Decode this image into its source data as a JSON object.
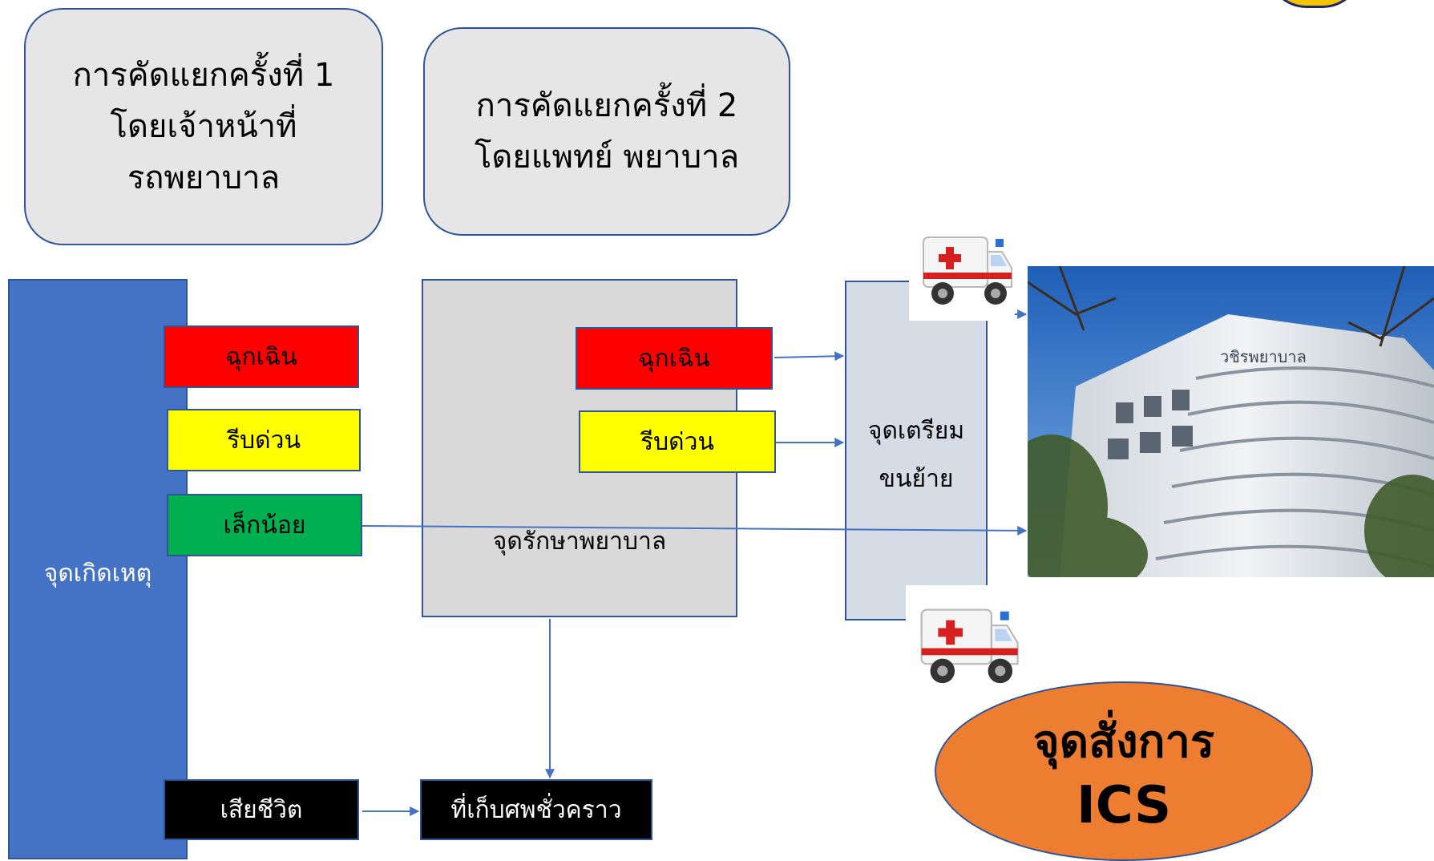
{
  "callouts": {
    "first_triage": "การคัดแยกครั้งที่ 1\nโดยเจ้าหน้าที่\nรถพยาบาล",
    "second_triage": "การคัดแยกครั้งที่ 2\nโดยแพทย์ พยาบาล"
  },
  "scene": {
    "label": "จุดเกิดเหตุ",
    "tags": {
      "emergency": "ฉุกเฉิน",
      "urgent": "รีบด่วน",
      "minor": "เล็กน้อย",
      "deceased": "เสียชีวิต"
    }
  },
  "treatment_area": {
    "label": "จุดรักษาพยาบาล",
    "tags": {
      "emergency": "ฉุกเฉิน",
      "urgent": "รีบด่วน"
    }
  },
  "transport_area": {
    "label": "จุดเตรียม\nขนย้าย"
  },
  "morgue": {
    "label": "ที่เก็บศพชั่วคราว"
  },
  "command": {
    "line1": "จุดสั่งการ",
    "line2": "ICS"
  },
  "colors": {
    "emergency": "#ff0000",
    "urgent": "#ffff00",
    "minor": "#00b050",
    "deceased": "#000000",
    "scene_bar": "#4472c4",
    "treatment_bg": "#d9d9d9",
    "transport_bg": "#d6dce5",
    "command_bg": "#ed7d31",
    "connector": "#4472c4"
  },
  "icons": {
    "ambulance": "ambulance-icon",
    "hospital": "hospital-building-image"
  }
}
